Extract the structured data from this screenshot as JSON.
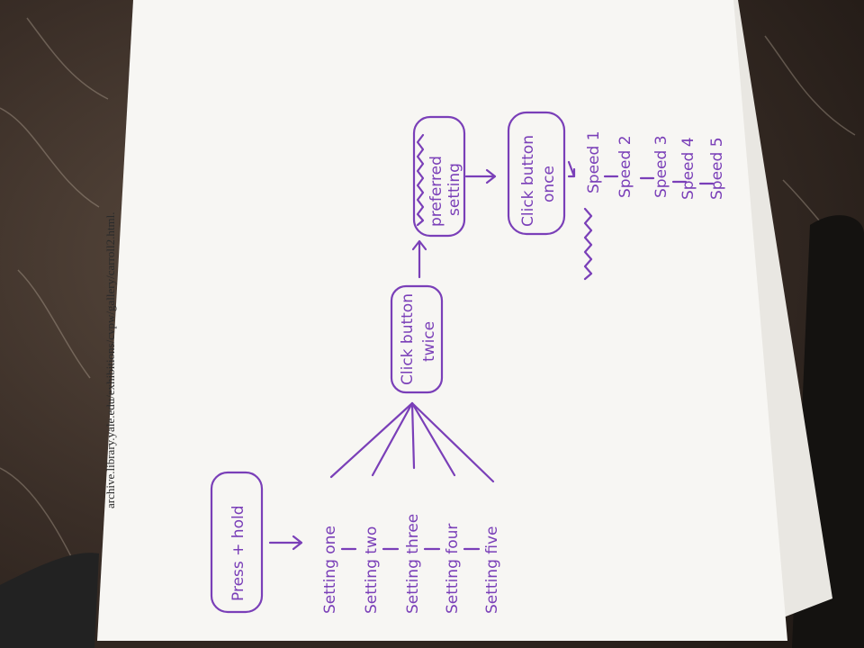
{
  "photo": {
    "background_color": "#3b302a",
    "paper_color": "#f7f6f3",
    "ink_color": "#7a3fb8"
  },
  "printed_header": "archive.library.yale.edu/exhibitions/cvpw/gallery/carroll2.html.",
  "flowchart": {
    "start_box": "Press + hold",
    "settings": [
      "Setting one",
      "Setting two",
      "Setting three",
      "Setting four",
      "Setting five"
    ],
    "click_twice_box": [
      "Click button",
      "twice"
    ],
    "preferred_box": [
      "preferred",
      "setting"
    ],
    "click_once_box": [
      "Click button",
      "once"
    ],
    "speeds": [
      "Speed 1",
      "Speed 2",
      "Speed 3",
      "Speed 4",
      "Speed 5"
    ]
  }
}
